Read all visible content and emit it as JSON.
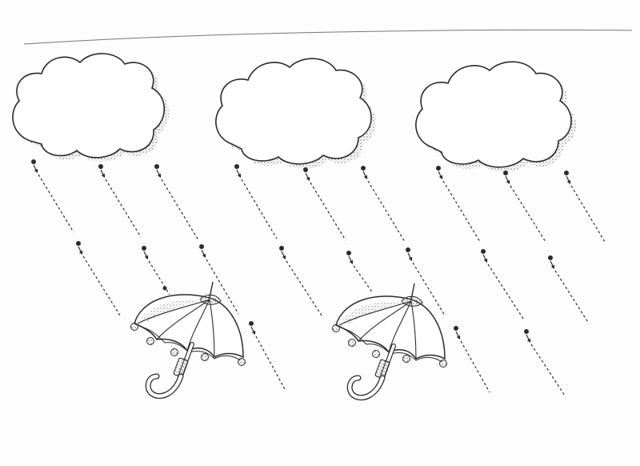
{
  "worksheet": {
    "kind": "rain tracing worksheet",
    "clouds": [
      {
        "name": "cloud-left"
      },
      {
        "name": "cloud-middle"
      },
      {
        "name": "cloud-right"
      }
    ],
    "umbrellas": [
      {
        "name": "umbrella-left"
      },
      {
        "name": "umbrella-right"
      }
    ],
    "trace_line_count": 22,
    "colors": {
      "paper": "#fdfdfd",
      "ink": "#2a2a2a",
      "shade": "#5a5a5a"
    }
  }
}
